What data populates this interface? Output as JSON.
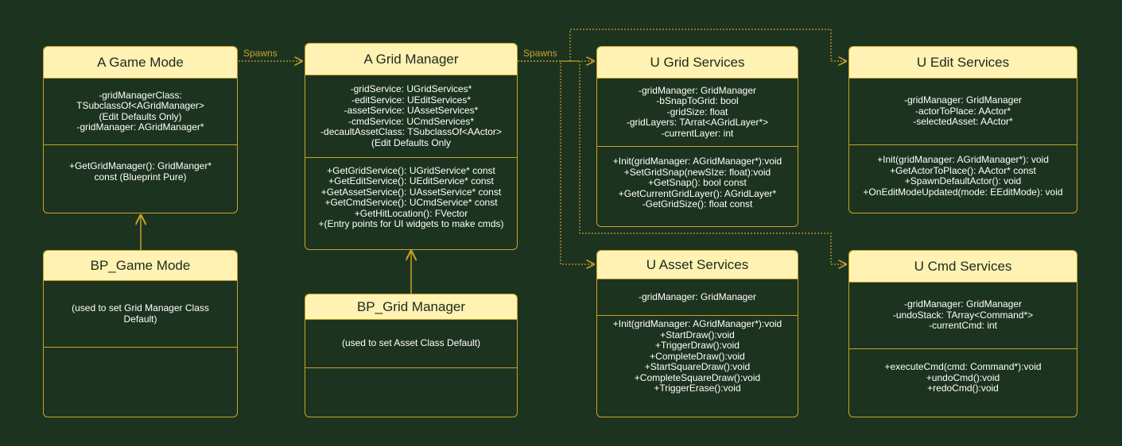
{
  "edge_labels": {
    "spawns_1": "Spawns",
    "spawns_2": "Spawns"
  },
  "boxes": {
    "a_game_mode": {
      "title": "A Game Mode",
      "attrs": [
        "-gridManagerClass:",
        "TSubclassOf<AGridManager>",
        "(Edit Defaults Only)",
        "-gridManager: AGridManager*"
      ],
      "methods": [
        "+GetGridManager(): GridManger*",
        "const (Blueprint Pure)"
      ]
    },
    "bp_game_mode": {
      "title": "BP_Game Mode",
      "body": [
        "(used to set Grid Manager Class",
        "Default)"
      ]
    },
    "a_grid_manager": {
      "title": "A Grid Manager",
      "attrs": [
        "-gridService: UGridServices*",
        "-editService: UEditServices*",
        "-assetService: UAssetServices*",
        "-cmdService: UCmdServices*",
        "-decaultAssetClass: TSubclassOf<AActor>",
        "(Edit Defaults Only"
      ],
      "methods": [
        "+GetGridService(): UGridService* const",
        "+GetEditService(): UEditService* const",
        "+GetAssetService(): UAssetService* const",
        "+GetCmdService(): UCmdService* const",
        "+GetHitLocation(): FVector",
        "+(Entry points for UI widgets to make cmds)"
      ]
    },
    "bp_grid_manager": {
      "title": "BP_Grid Manager",
      "body": [
        "(used to set Asset Class Default)"
      ]
    },
    "u_grid_services": {
      "title": "U Grid Services",
      "attrs": [
        "-gridManager: GridManager",
        "-bSnapToGrid: bool",
        "-gridSize: float",
        "-gridLayers: TArrat<AGridLayer*>",
        "-currentLayer: int"
      ],
      "methods": [
        "+Init(gridManager: AGridManager*):void",
        "+SetGridSnap(newSIze: float):void",
        "+GetSnap(): bool const",
        "+GetCurrentGridLayer(): AGridLayer*",
        "-GetGridSize(): float const"
      ]
    },
    "u_edit_services": {
      "title": "U Edit Services",
      "attrs": [
        "-gridManager: GridManager",
        "-actorToPlace: AActor*",
        "-selectedAsset: AActor*"
      ],
      "methods": [
        "+Init(gridManager: AGridManager*): void",
        "+GetActorToPlace(): AActor* const",
        "+SpawnDefaultActor(): void",
        "+OnEditModeUpdated(mode: EEditMode): void"
      ]
    },
    "u_asset_services": {
      "title": "U Asset Services",
      "attrs": [
        "-gridManager: GridManager"
      ],
      "methods": [
        "+Init(gridManager: AGridManager*):void",
        "+StartDraw():void",
        "+TriggerDraw():void",
        "+CompleteDraw():void",
        "+StartSquareDraw():void",
        "+CompleteSquareDraw():void",
        "+TriggerErase():void"
      ]
    },
    "u_cmd_services": {
      "title": "U Cmd Services",
      "attrs": [
        "-gridManager: GridManager",
        "-undoStack: TArray<Command*>",
        "-currentCmd: int"
      ],
      "methods": [
        "+executeCmd(cmd: Command*):void",
        "+undoCmd():void",
        "+redoCmd():void"
      ]
    }
  }
}
